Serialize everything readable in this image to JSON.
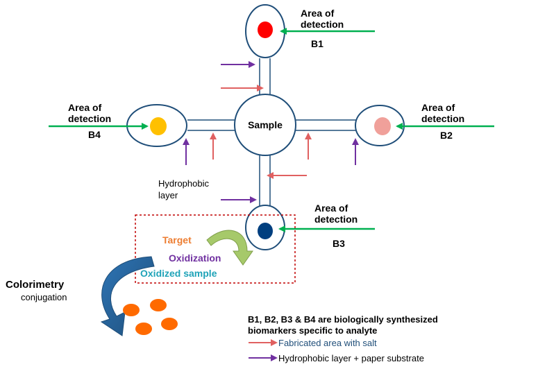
{
  "center_label": "Sample",
  "zones": {
    "b1": {
      "line1": "Area of",
      "line2": "detection",
      "code": "B1"
    },
    "b2": {
      "line1": "Area of",
      "line2": "detection",
      "code": "B2"
    },
    "b3": {
      "line1": "Area of",
      "line2": "detection",
      "code": "B3"
    },
    "b4": {
      "line1": "Area of",
      "line2": "detection",
      "code": "B4"
    }
  },
  "hydrophobic_label": {
    "line1": "Hydrophobic",
    "line2": "layer"
  },
  "reaction": {
    "target": "Target",
    "oxidization": "Oxidization",
    "oxidized": "Oxidized sample"
  },
  "colorimetry": {
    "title": "Colorimetry",
    "subtitle": "conjugation"
  },
  "legend": {
    "line1": "B1, B2, B3 & B4 are biologically synthesized",
    "line2": "biomarkers specific to analyte",
    "salt": "Fabricated area with salt",
    "hydrophobic": "Hydrophobic layer + paper substrate"
  },
  "colors": {
    "outline": "#1f4e79",
    "b1_dot": "#ff0000",
    "b2_dot": "#f0a09a",
    "b3_dot": "#003f7f",
    "b4_dot": "#ffc000",
    "green_arrow": "#00b050",
    "red_arrow": "#e06060",
    "purple_arrow": "#7030a0",
    "target": "#ed7d31",
    "oxidization": "#7030a0",
    "oxidized": "#1fa3b8",
    "legend_salt": "#1f4e79",
    "blob": "#ff6a00",
    "curved_arrow": "#1f5f99",
    "small_arrow": "#a6c96a"
  }
}
